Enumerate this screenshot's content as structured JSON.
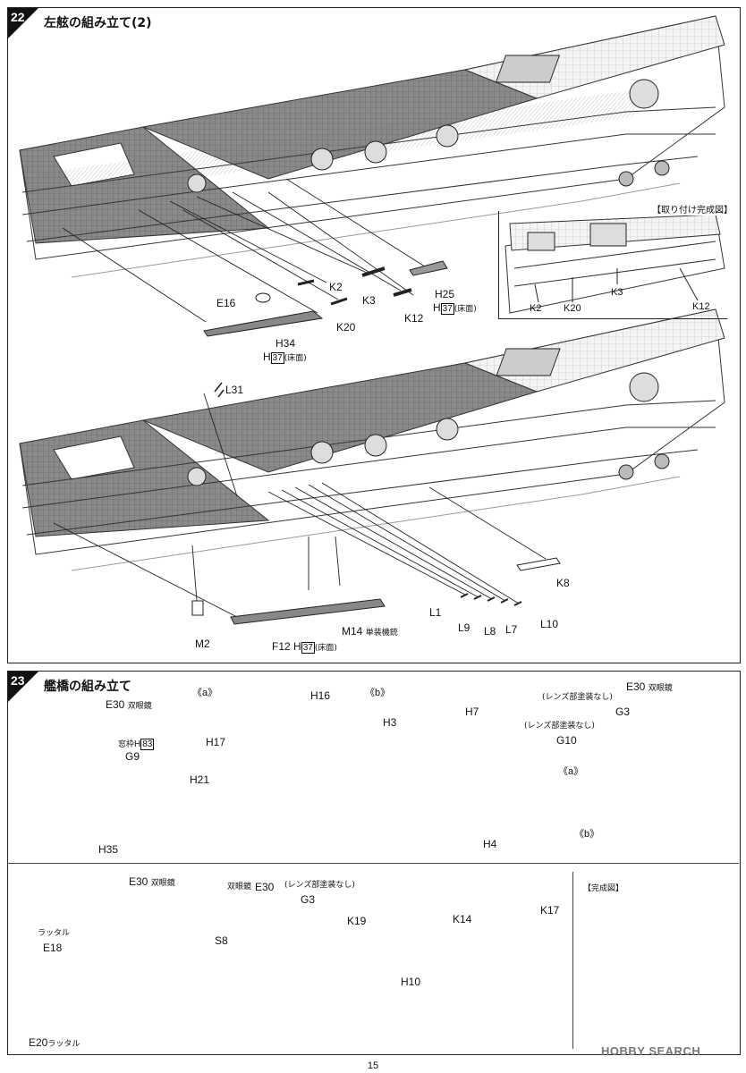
{
  "step22": {
    "number": "22",
    "title": "左舷の組み立て(2)",
    "inset_title": "【取り付け完成図】",
    "labels_a": {
      "e16": "E16",
      "h34": "H34",
      "h37_a": "H",
      "h37_a_num": "37",
      "h37_a_note": "(床面)",
      "k2": "K2",
      "k20": "K20",
      "k3": "K3",
      "k12": "K12",
      "h25": "H25",
      "h37_b": "H",
      "h37_b_num": "37",
      "h37_b_note": "(床面)"
    },
    "inset_labels": {
      "k2": "K2",
      "k20": "K20",
      "k3": "K3",
      "k12": "K12"
    },
    "labels_b": {
      "l31": "L31",
      "k8": "K8",
      "m2": "M2",
      "f12": "F12",
      "f12_h": "H",
      "f12_num": "37",
      "f12_note": "(床面)",
      "m14": "M14",
      "m14_note": "単装機銃",
      "l1": "L1",
      "l9": "L9",
      "l8": "L8",
      "l7": "L7",
      "l10": "L10"
    }
  },
  "step23": {
    "number": "23",
    "title": "艦橋の組み立て",
    "sub_a": "《a》",
    "sub_b": "《b》",
    "r1": {
      "e30": "E30",
      "e30_note": "双眼鏡",
      "window": "窓枠",
      "window_h": "H",
      "window_num": "83",
      "g9": "G9",
      "h35": "H35",
      "h16": "H16",
      "h17": "H17",
      "h21": "H21",
      "h3": "H3",
      "h7": "H7",
      "h4": "H4",
      "e30b": "E30",
      "e30b_note": "双眼鏡",
      "lens1": "(レンズ部塗装なし)",
      "g3": "G3",
      "lens2": "(レンズ部塗装なし)",
      "g10": "G10",
      "ref_a": "《a》",
      "ref_b": "《b》"
    },
    "r2": {
      "e30": "E30",
      "e30_note": "双眼鏡",
      "ladder1": "ラッタル",
      "e18": "E18",
      "e20": "E20",
      "ladder2": "ラッタル",
      "bino": "双眼鏡",
      "e30b": "E30",
      "lens": "(レンズ部塗装なし)",
      "g3": "G3",
      "k19": "K19",
      "s8": "S8",
      "k14": "K14",
      "k17": "K17",
      "h10": "H10",
      "complete": "【完成図】"
    }
  },
  "footer": {
    "page": "15",
    "watermark": "HOBBY SEARCH"
  }
}
